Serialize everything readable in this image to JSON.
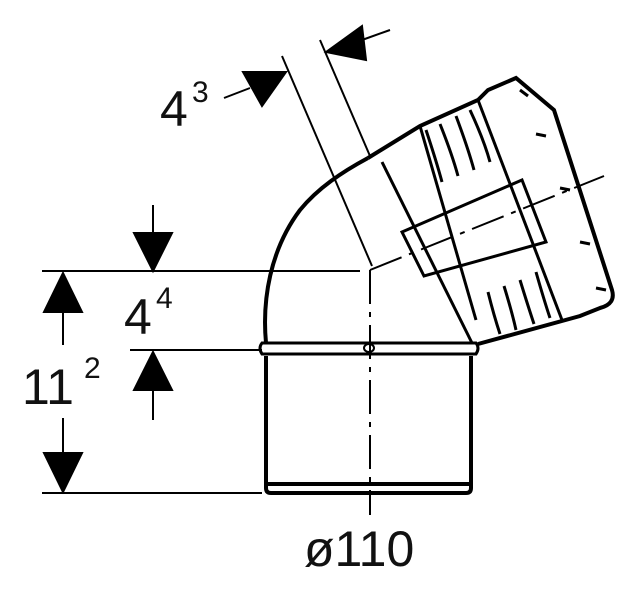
{
  "dimensions": {
    "top_offset": {
      "main": "4",
      "sup": "3"
    },
    "socket_depth": {
      "main": "4",
      "sup": "4"
    },
    "overall_height": {
      "main": "11",
      "sup": "2"
    },
    "diameter": "ø110"
  },
  "colors": {
    "line": "#000000",
    "background": "#ffffff"
  }
}
